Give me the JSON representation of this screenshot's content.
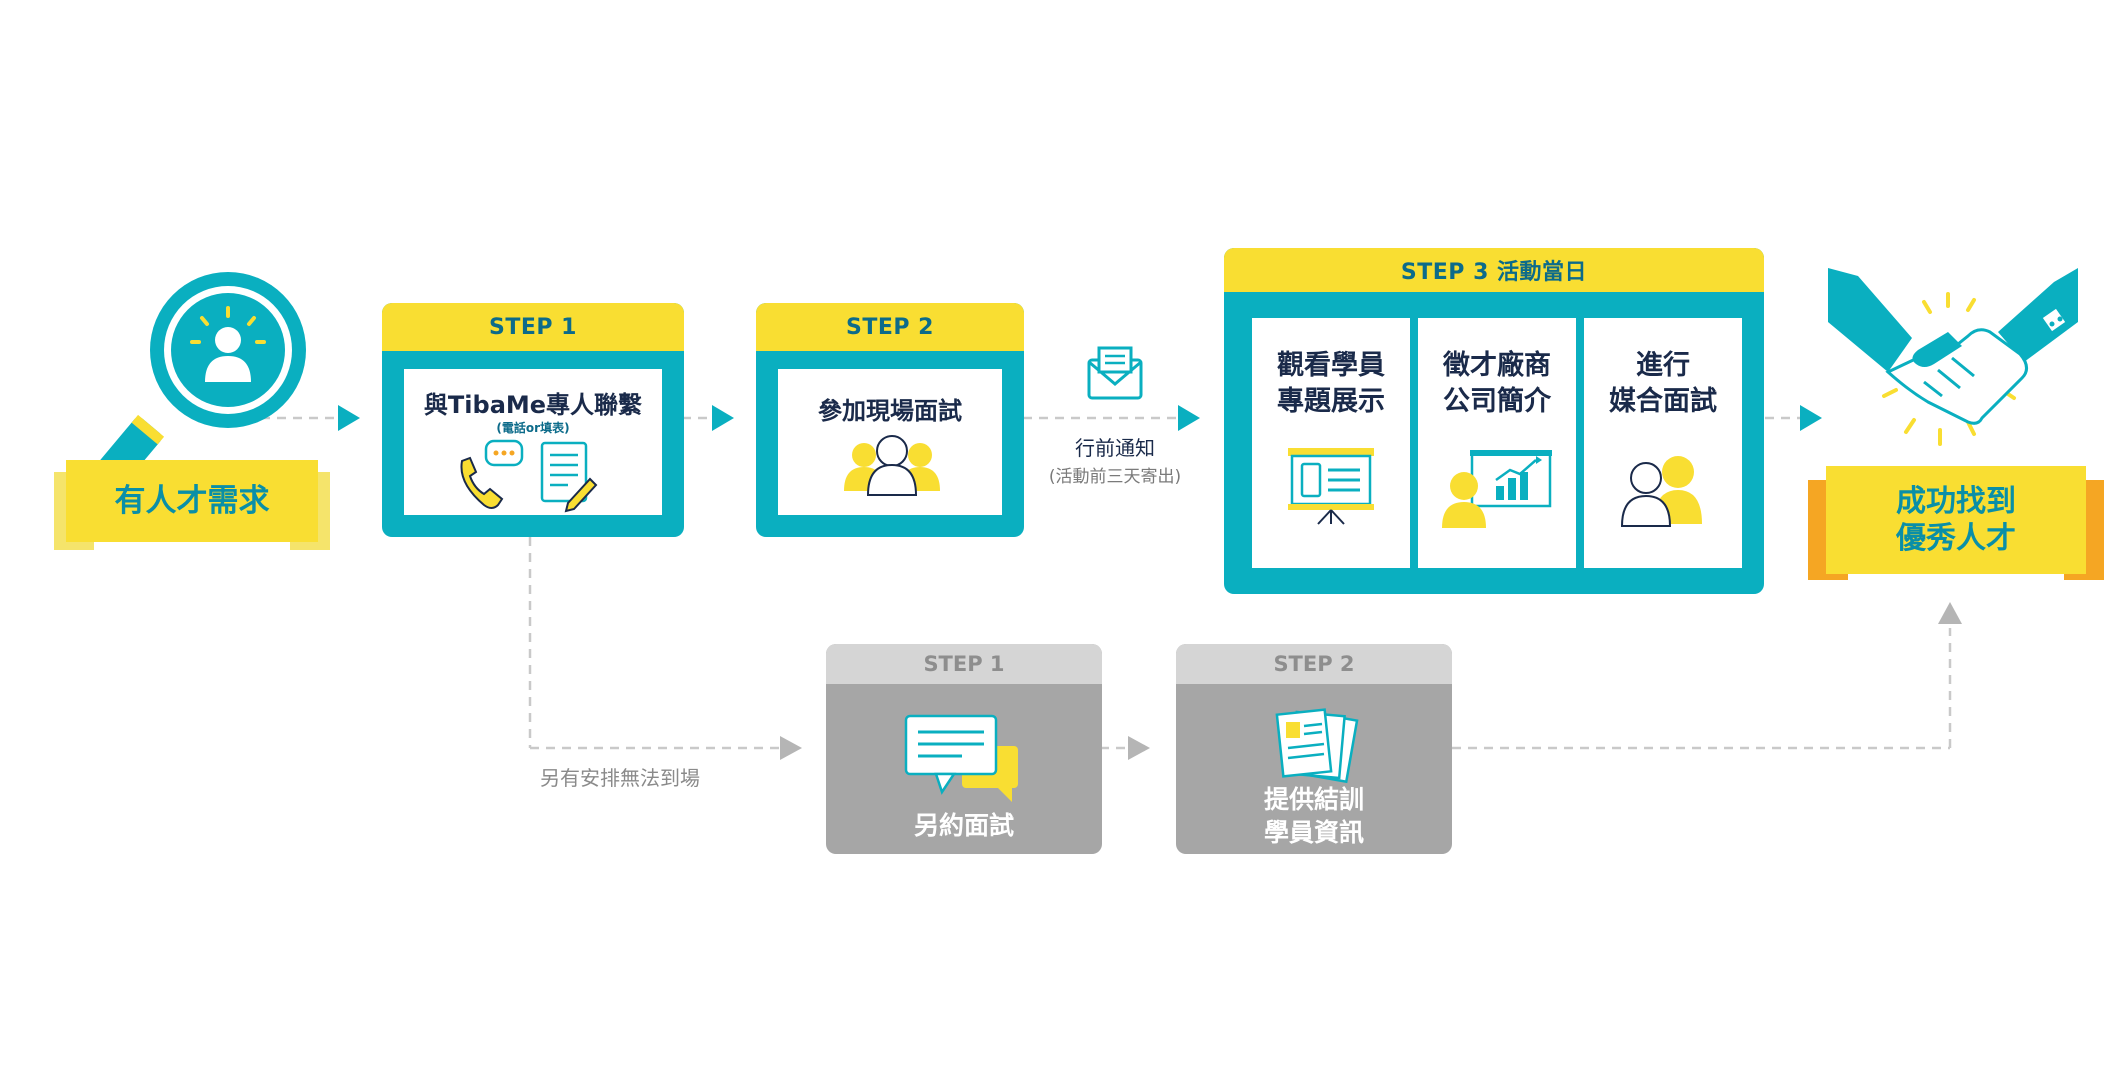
{
  "colors": {
    "teal": "#0aafc0",
    "yellow": "#f9de32",
    "orange": "#f5a623",
    "gray": "#a6a6a6",
    "navy": "#1a2a4a"
  },
  "start": {
    "label": "有人才需求"
  },
  "end": {
    "line1": "成功找到",
    "line2": "優秀人才"
  },
  "step1": {
    "cap": "STEP 1",
    "title": "與TibaMe專人聯繫",
    "subtitle": "(電話or填表)"
  },
  "step2": {
    "cap": "STEP 2",
    "title": "參加現場面試"
  },
  "notify": {
    "label": "行前通知",
    "sub": "(活動前三天寄出)"
  },
  "step3": {
    "cap": "STEP 3  活動當日",
    "items": [
      {
        "line1": "觀看學員",
        "line2": "專題展示"
      },
      {
        "line1": "徵才廠商",
        "line2": "公司簡介"
      },
      {
        "line1": "進行",
        "line2": "媒合面試"
      }
    ]
  },
  "alt": {
    "branch_label": "另有安排無法到場",
    "step1": {
      "cap": "STEP 1",
      "title": "另約面試"
    },
    "step2": {
      "cap": "STEP 2",
      "line1": "提供結訓",
      "line2": "學員資訊"
    }
  },
  "icons": [
    "magnifier-person-icon",
    "phone-icon",
    "chat-icon",
    "form-pencil-icon",
    "group-icon",
    "mail-icon",
    "presentation-board-icon",
    "person-chart-icon",
    "two-people-icon",
    "handshake-icon",
    "speech-bubbles-icon",
    "resume-docs-icon",
    "arrow-right-icon",
    "arrow-up-icon"
  ]
}
